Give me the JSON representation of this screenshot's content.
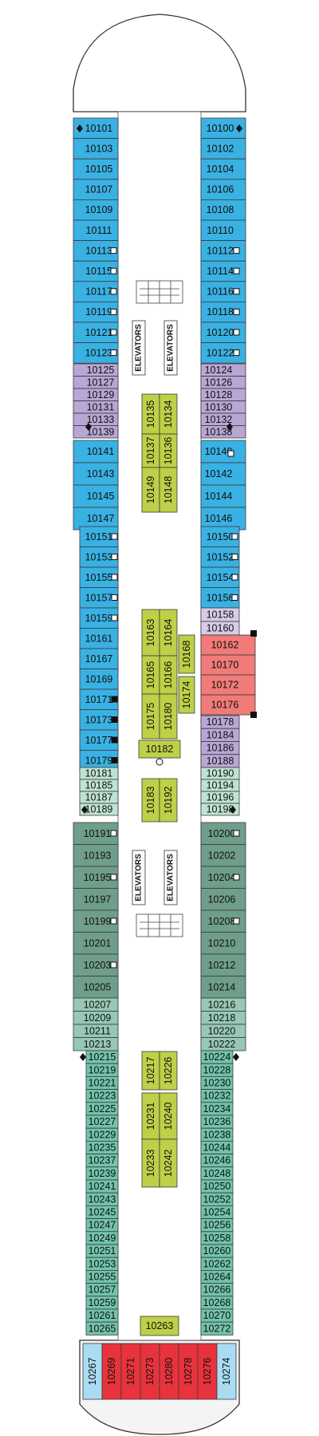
{
  "deck_plan": {
    "elevator_label": "ELEVATORS",
    "colors": {
      "blue": "#3ab1e3",
      "lavender": "#b9a6d4",
      "light_lavender": "#d6cce6",
      "pink": "#f07b78",
      "olive": "#bdd047",
      "dark_green": "#6f9e8a",
      "mid_green": "#97c8b5",
      "light_green": "#bfe3d2",
      "teal": "#72c3ac",
      "light_blue": "#a9dcf2",
      "red": "#e8333c"
    },
    "cabins": [
      "10101",
      "10100",
      "10103",
      "10102",
      "10105",
      "10104",
      "10107",
      "10106",
      "10109",
      "10108",
      "10111",
      "10110",
      "10113",
      "10112",
      "10115",
      "10114",
      "10117",
      "10116",
      "10119",
      "10118",
      "10121",
      "10120",
      "10123",
      "10122",
      "10125",
      "10124",
      "10127",
      "10126",
      "10129",
      "10128",
      "10131",
      "10130",
      "10133",
      "10132",
      "10139",
      "10138",
      "10141",
      "10140",
      "10143",
      "10142",
      "10145",
      "10144",
      "10147",
      "10146",
      "10151",
      "10150",
      "10153",
      "10152",
      "10155",
      "10154",
      "10157",
      "10156",
      "10159",
      "10161",
      "10167",
      "10169",
      "10171",
      "10173",
      "10177",
      "10179",
      "10158",
      "10160",
      "10178",
      "10184",
      "10186",
      "10188",
      "10162",
      "10170",
      "10172",
      "10176",
      "10135",
      "10134",
      "10137",
      "10136",
      "10149",
      "10148",
      "10163",
      "10164",
      "10165",
      "10166",
      "10175",
      "10180",
      "10168",
      "10174",
      "10182",
      "10183",
      "10192",
      "10181",
      "10185",
      "10187",
      "10189",
      "10190",
      "10194",
      "10196",
      "10198",
      "10191",
      "10200",
      "10193",
      "10202",
      "10195",
      "10204",
      "10197",
      "10206",
      "10199",
      "10208",
      "10201",
      "10210",
      "10203",
      "10212",
      "10205",
      "10214",
      "10207",
      "10216",
      "10209",
      "10218",
      "10211",
      "10220",
      "10213",
      "10222",
      "10215",
      "10224",
      "10219",
      "10228",
      "10221",
      "10230",
      "10223",
      "10232",
      "10225",
      "10234",
      "10227",
      "10236",
      "10229",
      "10238",
      "10235",
      "10244",
      "10237",
      "10246",
      "10239",
      "10248",
      "10241",
      "10250",
      "10243",
      "10252",
      "10245",
      "10254",
      "10247",
      "10256",
      "10249",
      "10258",
      "10251",
      "10260",
      "10253",
      "10262",
      "10255",
      "10264",
      "10257",
      "10266",
      "10259",
      "10268",
      "10261",
      "10270",
      "10265",
      "10272",
      "10217",
      "10226",
      "10231",
      "10240",
      "10233",
      "10242",
      "10263",
      "10267",
      "10269",
      "10271",
      "10273",
      "10280",
      "10278",
      "10276",
      "10274"
    ]
  }
}
